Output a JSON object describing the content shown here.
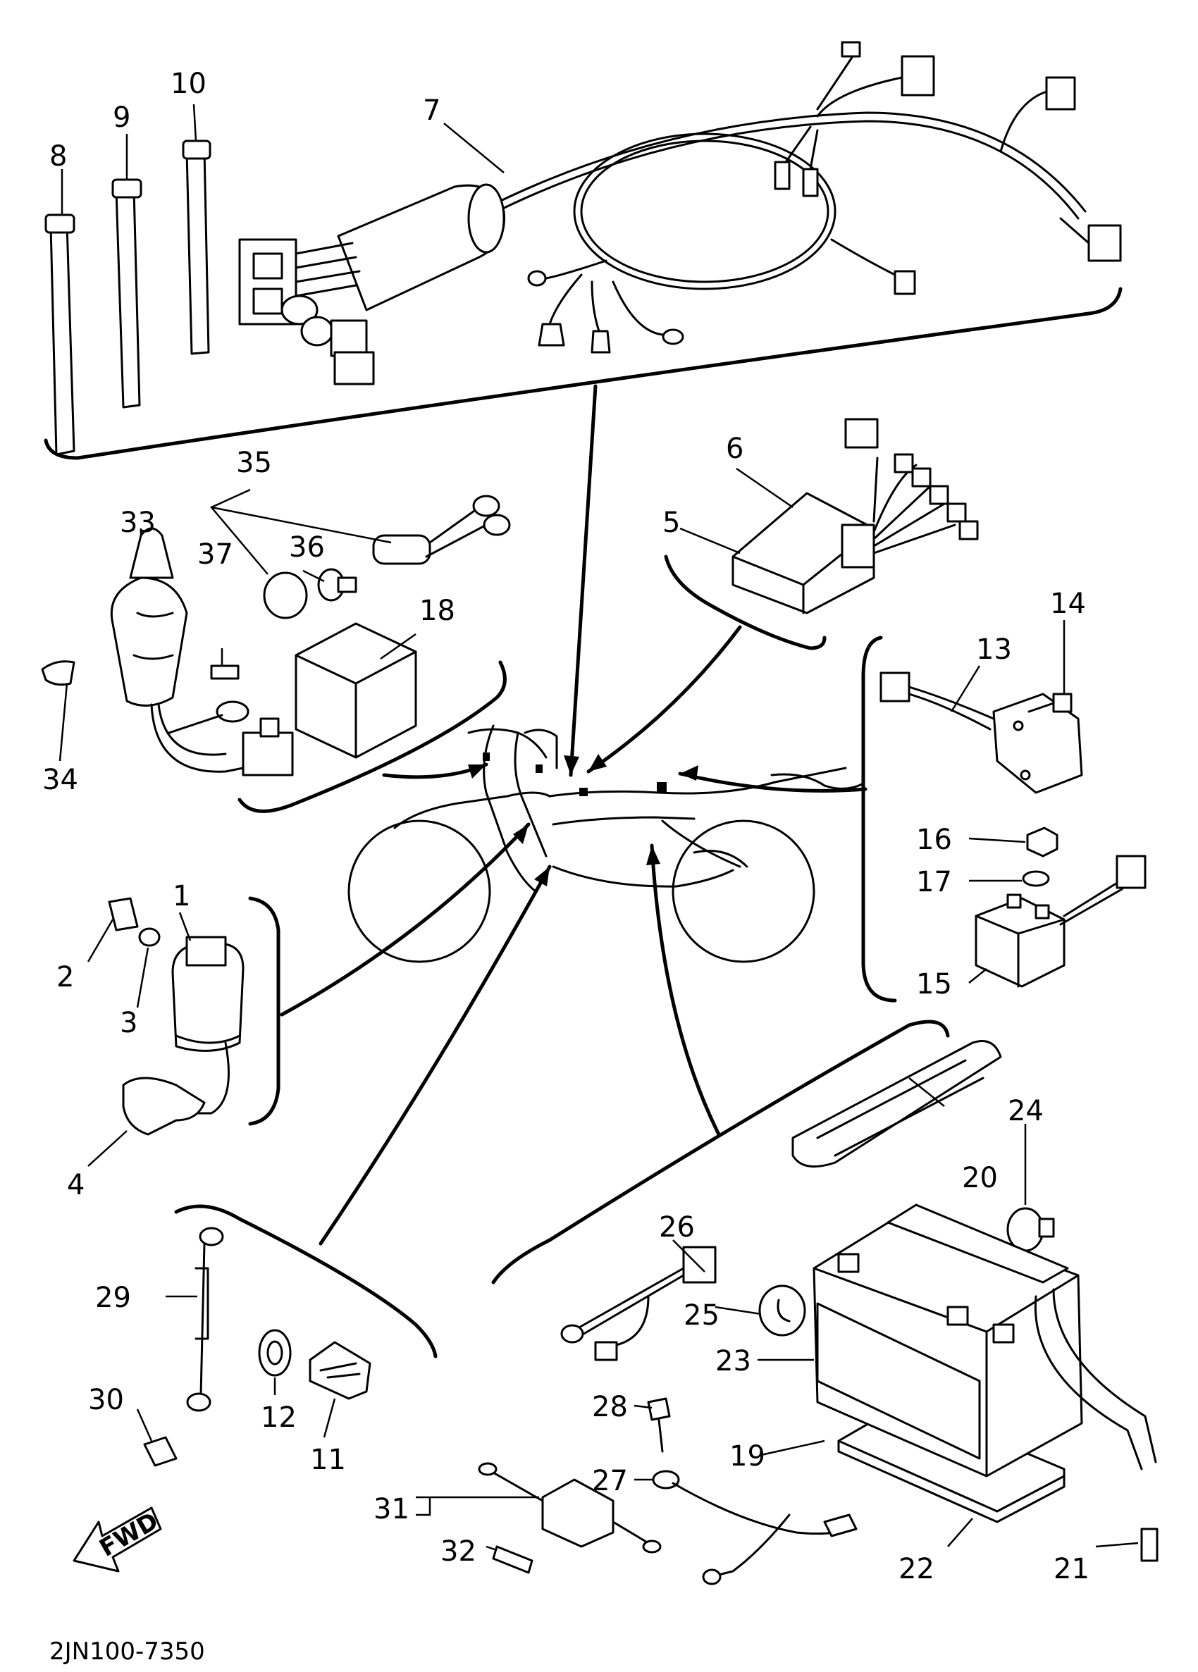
{
  "diagram": {
    "part_code": "2JN100-7350",
    "fwd_label": "FWD",
    "callouts": [
      {
        "id": "1",
        "text": "1"
      },
      {
        "id": "2",
        "text": "2"
      },
      {
        "id": "3",
        "text": "3"
      },
      {
        "id": "4",
        "text": "4"
      },
      {
        "id": "5",
        "text": "5"
      },
      {
        "id": "6",
        "text": "6"
      },
      {
        "id": "7",
        "text": "7"
      },
      {
        "id": "8",
        "text": "8"
      },
      {
        "id": "9",
        "text": "9"
      },
      {
        "id": "10",
        "text": "10"
      },
      {
        "id": "11",
        "text": "11"
      },
      {
        "id": "12",
        "text": "12"
      },
      {
        "id": "13",
        "text": "13"
      },
      {
        "id": "14",
        "text": "14"
      },
      {
        "id": "15",
        "text": "15"
      },
      {
        "id": "16",
        "text": "16"
      },
      {
        "id": "17",
        "text": "17"
      },
      {
        "id": "18",
        "text": "18"
      },
      {
        "id": "19",
        "text": "19"
      },
      {
        "id": "20",
        "text": "20"
      },
      {
        "id": "21",
        "text": "21"
      },
      {
        "id": "22",
        "text": "22"
      },
      {
        "id": "23",
        "text": "23"
      },
      {
        "id": "24",
        "text": "24"
      },
      {
        "id": "25",
        "text": "25"
      },
      {
        "id": "26",
        "text": "26"
      },
      {
        "id": "27",
        "text": "27"
      },
      {
        "id": "28",
        "text": "28"
      },
      {
        "id": "29",
        "text": "29"
      },
      {
        "id": "30",
        "text": "30"
      },
      {
        "id": "31",
        "text": "31"
      },
      {
        "id": "32",
        "text": "32"
      },
      {
        "id": "33",
        "text": "33"
      },
      {
        "id": "34",
        "text": "34"
      },
      {
        "id": "35",
        "text": "35"
      },
      {
        "id": "36",
        "text": "36"
      },
      {
        "id": "37",
        "text": "37"
      }
    ]
  }
}
